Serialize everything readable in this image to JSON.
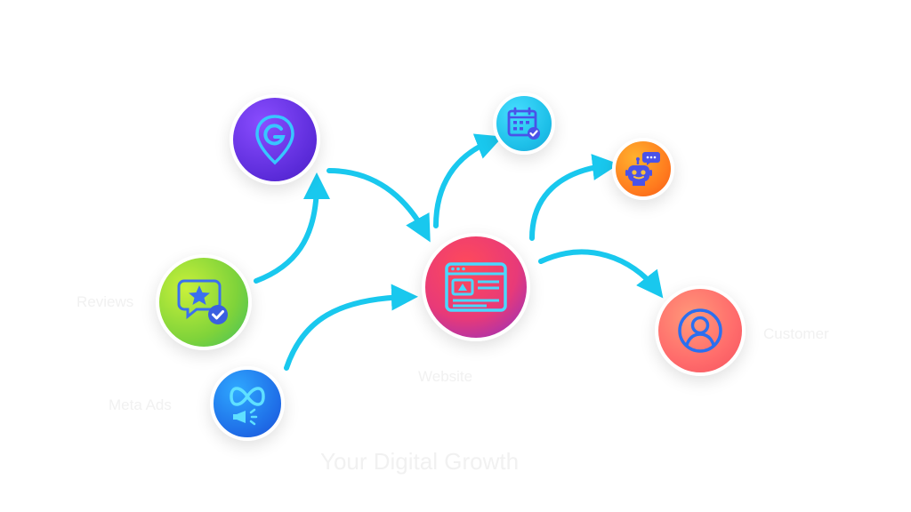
{
  "nodes": {
    "google": {
      "icon": "google-pin-icon",
      "color": "#5b2bd9"
    },
    "reviews": {
      "icon": "star-review-check-icon",
      "color": "#7fd33a"
    },
    "meta": {
      "icon": "meta-megaphone-icon",
      "color": "#1f6fe8"
    },
    "website": {
      "icon": "browser-window-icon",
      "color": "#e83a78"
    },
    "calendar": {
      "icon": "calendar-check-icon",
      "color": "#1dbfe8"
    },
    "bot": {
      "icon": "chatbot-icon",
      "color": "#ff7a1e"
    },
    "customer": {
      "icon": "user-icon",
      "color": "#ff6b6b"
    }
  },
  "arrow_color": "#19c8ee",
  "labels": {
    "reviews": "Reviews",
    "meta": "Meta Ads",
    "website": "Website",
    "customer": "Customer",
    "bottom": "Your Digital Growth"
  }
}
